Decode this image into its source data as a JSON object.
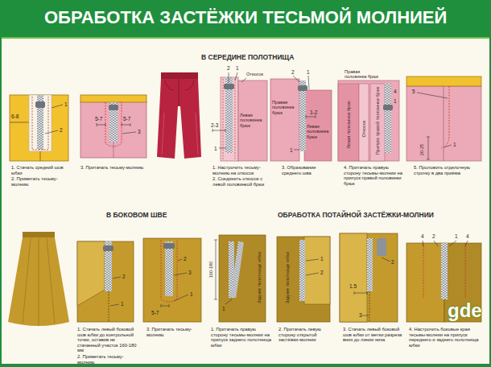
{
  "diagram": {
    "title": "ОБРАБОТКА ЗАСТЁЖКИ ТЕСЬМОЙ МОЛНИЕЙ",
    "labels": [
      "В СЕРЕДИНЕ ПОЛОТНИЩА",
      "6-8",
      "1",
      "2",
      "1. Стачать средний шов юбки",
      "2. Приметать тесьму-молнию",
      "5-7",
      "5-7",
      "3",
      "3. Притачать тесьму-молнию",
      "2",
      "1",
      "Откосок",
      "2-3",
      "Левая половинка брюк",
      "1",
      "1. Настрочить тесьму-молнию на откосок",
      "2. Соединить откосок с левой половинкой брюк",
      "2",
      "1",
      "1-2",
      "Правая половинка брюк",
      "Левая половинка брюк",
      "1",
      "3. Образование среднего шва",
      "Правая половинка брюк",
      "4",
      "1",
      "Левая половинка брюк",
      "Откосок",
      "Припуск правой половинки брюк",
      "4. Притачать правую сторону тесьмы-молнии на припуск правой половинки брюк",
      "5",
      "1",
      "20-25",
      "5. Проложить отделочную строчку в два приёма",
      "В БОКОВОМ ШВЕ",
      "ОБРАБОТКА ПОТАЙНОЙ ЗАСТЁЖКИ-МОЛНИИ",
      "2",
      "1",
      "1. Стачать левый боковой шов юбки до контрольной точки, оставив не стачанный участок 160-180 мм",
      "2. Приметать тесьму-молнию",
      "2",
      "3",
      "1",
      "5-7",
      "3. Притачать тесьму-молнию",
      "160-180",
      "Заднее полотнище юбки",
      "1",
      "1. Притачать правую сторону тесьмы-молнии на припуск заднего полотнища юбки",
      "Заднее полотнище юбки",
      "1",
      "2",
      "2. Притачать левую сторону открытой застёжки-молнии",
      "2",
      "1.5",
      "3",
      "3. Стачать левый боковой шов юбки от метки разреза вниз до линии низа",
      "4",
      "2",
      "1",
      "4",
      "4. Настрочить боковые края тесьмы-молнии на припуск переднего и заднего полотнища юбки",
      "gde"
    ]
  }
}
